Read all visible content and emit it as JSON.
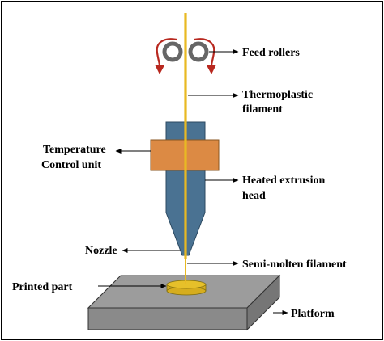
{
  "labels": {
    "feed_rollers": "Feed rollers",
    "thermoplastic_line1": "Thermoplastic",
    "thermoplastic_line2": "filament",
    "temperature_line1": "Temperature",
    "temperature_line2": "Control unit",
    "heated_line1": "Heated extrusion",
    "heated_line2": "head",
    "nozzle": "Nozzle",
    "semi_molten": "Semi-molten filament",
    "printed_part": "Printed part",
    "platform": "Platform"
  },
  "colors": {
    "filament": "#e8b923",
    "extrusion_head": "#4a7292",
    "temperature_unit": "#dc8a44",
    "roller": "#666666",
    "roller_arrow": "#b8281f",
    "platform_top": "#9c9c9c",
    "platform_front": "#8a8a8a",
    "platform_side": "#767676",
    "printed_part": "#e6c02a"
  }
}
